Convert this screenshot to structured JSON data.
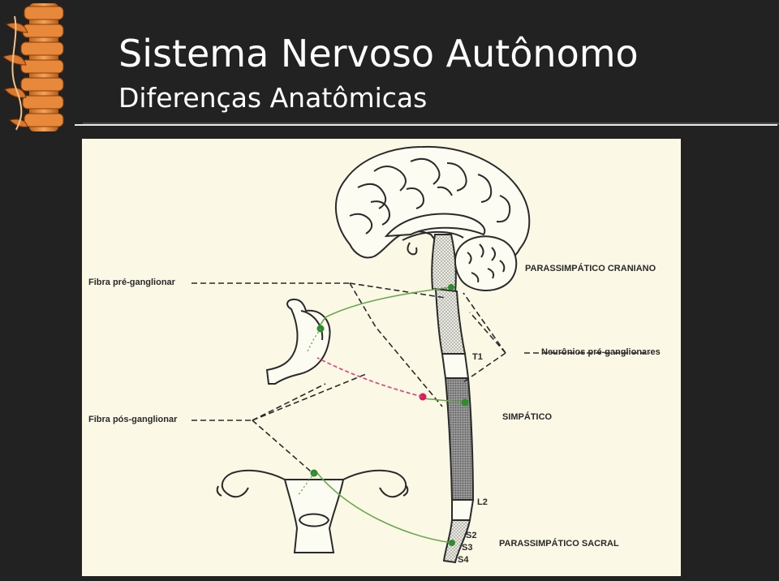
{
  "slide": {
    "title": "Sistema Nervoso Autônomo",
    "subtitle": "Diferenças Anatômicas"
  },
  "diagram": {
    "labels": {
      "fibra_pre": "Fibra  pré-ganglionar",
      "fibra_pos": "Fibra  pós-ganglionar",
      "parassimpatico_craniano": "PARASSIMPÁTICO  CRANIANO",
      "neuronios_pre": "Neurônios  pré-ganglionares",
      "simpatico": "SIMPÁTICO",
      "parassimpatico_sacral": "PARASSIMPÁTICO  SACRAL",
      "t1": "T1",
      "l2": "L2",
      "s2": "S2",
      "s3": "S3",
      "s4": "S4"
    },
    "colors": {
      "background": "#fbf8e6",
      "parasympathetic_fiber": "#6aa84f",
      "sympathetic_fiber": "#e0407a",
      "ganglion_green": "#2e8b2e",
      "ganglion_magenta": "#d81b60",
      "line": "#2a2a2a"
    },
    "icons": [
      "brain-icon",
      "spinal-cord-icon",
      "stomach-icon",
      "uterus-icon"
    ]
  },
  "logo": {
    "icon": "spinal-column-logo-icon"
  }
}
